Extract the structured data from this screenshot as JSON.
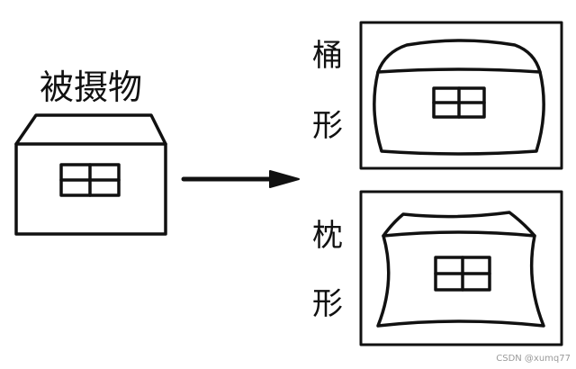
{
  "labels": {
    "subject": "被摄物",
    "barrel": [
      "桶",
      "形"
    ],
    "pincushion": [
      "枕",
      "形"
    ]
  },
  "watermark": "CSDN @xumq77",
  "colors": {
    "ink": "#111111",
    "background": "#ffffff"
  }
}
